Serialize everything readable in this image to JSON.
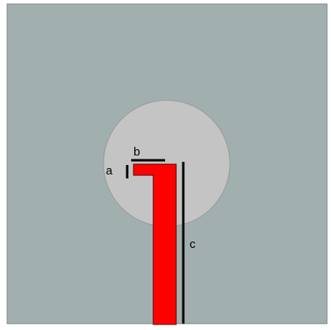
{
  "colors": {
    "page_background": "#ffffff",
    "substrate": "#a2afaf",
    "substrate_edge": "#7e8a8a",
    "circle_patch": "#c4c4c4",
    "circle_edge": "#9a9a9a",
    "feed_strip": "#ff0000",
    "feed_edge": "#5a0000",
    "dimension_line": "#000000"
  },
  "labels": {
    "a": "a",
    "b": "b",
    "c": "c"
  }
}
